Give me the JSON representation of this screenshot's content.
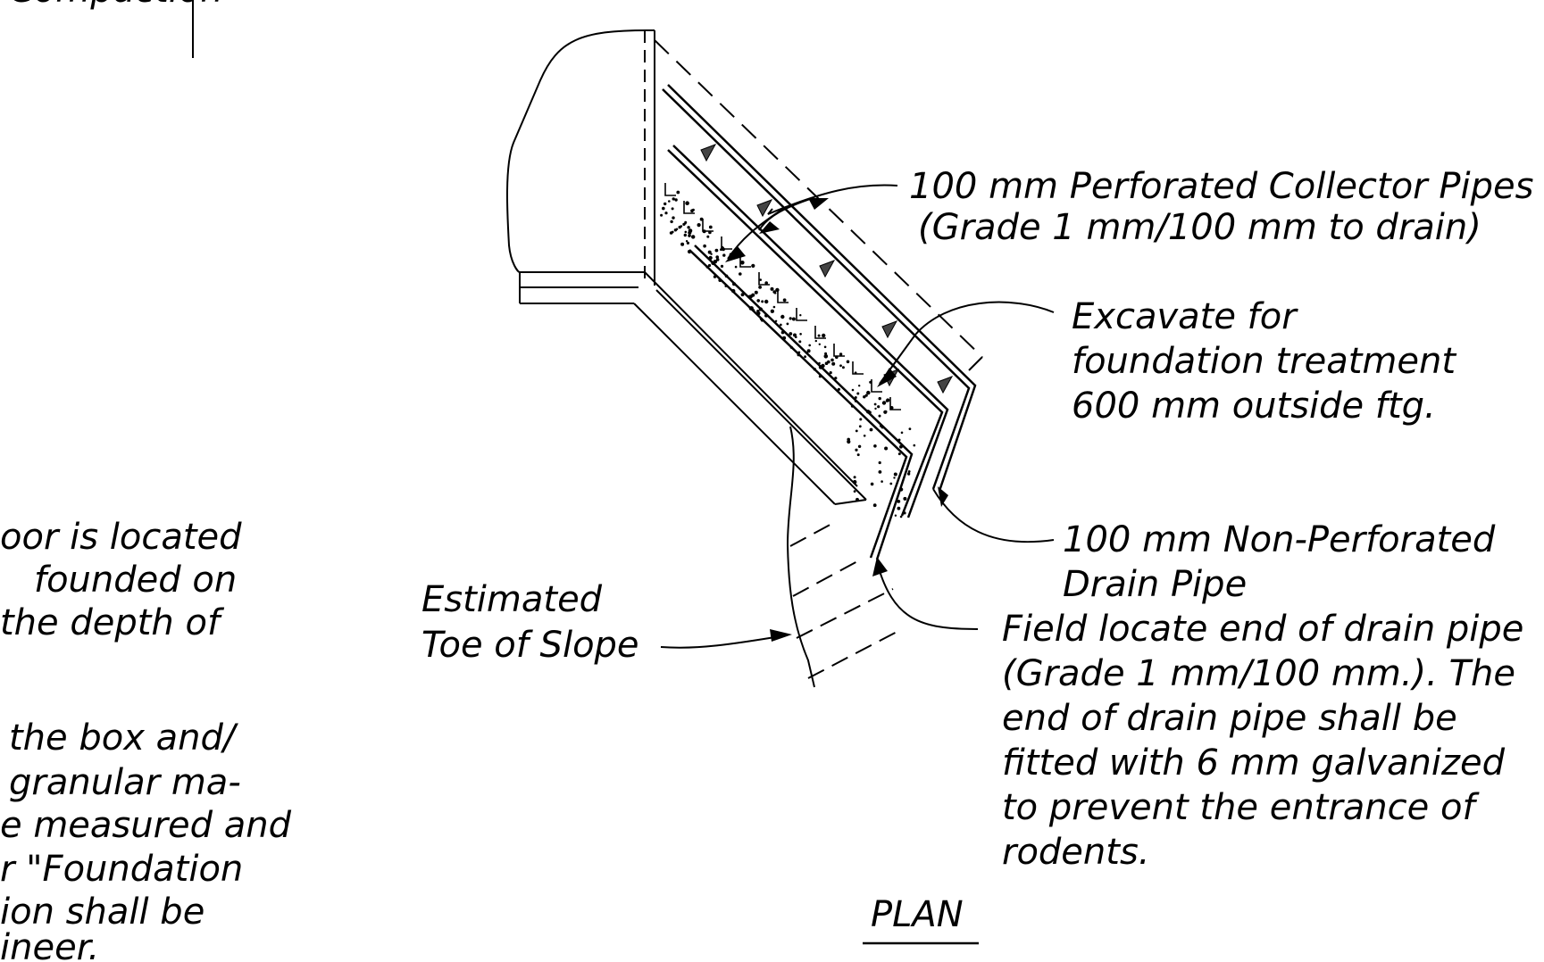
{
  "left_notes": {
    "top_fragment": "Compaction",
    "para1": [
      "oor is located",
      "founded on",
      "the depth of"
    ],
    "para2": [
      "the box and/",
      "granular ma-",
      "e measured and",
      "r \"Foundation",
      "ion shall be",
      "ineer."
    ]
  },
  "labels": {
    "collector_pipes": [
      "100 mm Perforated Collector Pipes",
      "(Grade  1 mm/100 mm to drain)"
    ],
    "excavate": [
      "Excavate for",
      "foundation treatment",
      "600 mm outside ftg."
    ],
    "non_perforated": [
      "100 mm Non-Perforated",
      "Drain Pipe"
    ],
    "field_locate": [
      "Field locate end of drain pipe",
      "(Grade 1 mm/100 mm.). The",
      "end of drain pipe shall be",
      "fitted with 6 mm galvanized",
      "to prevent the entrance of",
      "rodents."
    ],
    "toe_of_slope": [
      "Estimated",
      "Toe of Slope"
    ],
    "plan_title": "PLAN"
  },
  "colors": {
    "ink": "#000000",
    "paper": "#ffffff"
  }
}
